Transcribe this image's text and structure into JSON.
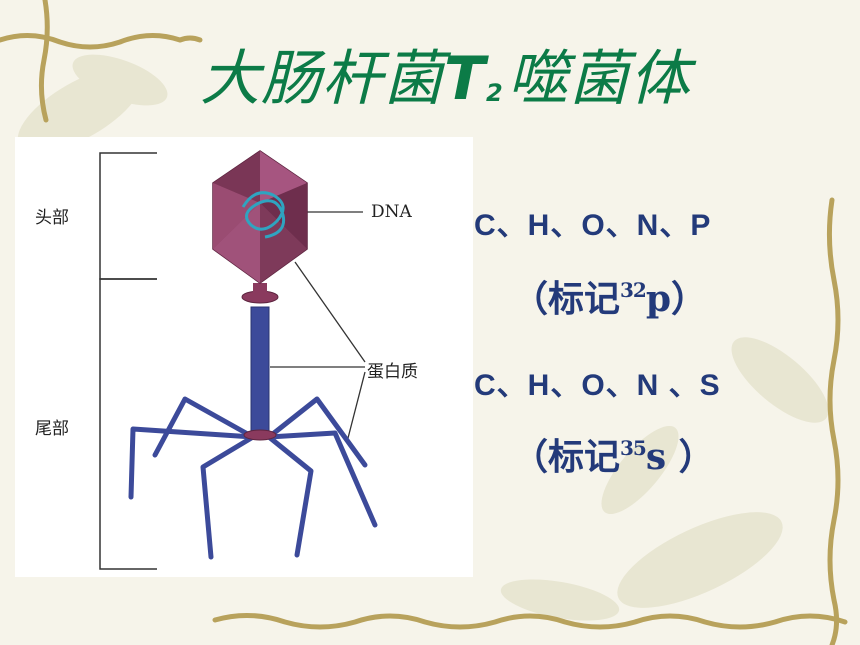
{
  "title": {
    "main": "大肠杆菌",
    "t_letter": "T",
    "t_sub": "2",
    "rest": "噬菌体"
  },
  "diagram": {
    "label_head": "头部",
    "label_tail": "尾部",
    "label_dna": "DNA",
    "label_protein": "蛋白质"
  },
  "dna_elements": {
    "formula": "C、H、O、N、P",
    "mark_prefix": "（标记",
    "mark_sup": "32",
    "mark_letter": "p",
    "mark_suffix": "）"
  },
  "protein_elements": {
    "formula": "C、H、O、N 、S",
    "mark_prefix": "（标记",
    "mark_sup": "35",
    "mark_letter": "s",
    "mark_suffix": " ）"
  },
  "colors": {
    "title": "#0c7b47",
    "text": "#233a7a",
    "capsid": "#8a3a5e",
    "tail": "#3c4a9a",
    "dna": "#2fa4c0",
    "vine": "#b8a25c"
  }
}
